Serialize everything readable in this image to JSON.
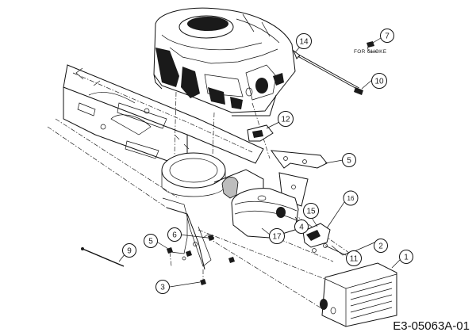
{
  "diagram": {
    "code": "E3-05063A-01",
    "note": "FOR CHOKE",
    "callouts": [
      {
        "id": "c1",
        "label": "1"
      },
      {
        "id": "c2",
        "label": "2"
      },
      {
        "id": "c3",
        "label": "3"
      },
      {
        "id": "c4",
        "label": "4"
      },
      {
        "id": "c5a",
        "label": "5"
      },
      {
        "id": "c5b",
        "label": "5"
      },
      {
        "id": "c6",
        "label": "6"
      },
      {
        "id": "c7",
        "label": "7"
      },
      {
        "id": "c9",
        "label": "9"
      },
      {
        "id": "c10",
        "label": "10"
      },
      {
        "id": "c11",
        "label": "11"
      },
      {
        "id": "c12",
        "label": "12"
      },
      {
        "id": "c14",
        "label": "14"
      },
      {
        "id": "c15",
        "label": "15"
      },
      {
        "id": "c16",
        "label": "16"
      },
      {
        "id": "c17",
        "label": "17"
      }
    ]
  }
}
